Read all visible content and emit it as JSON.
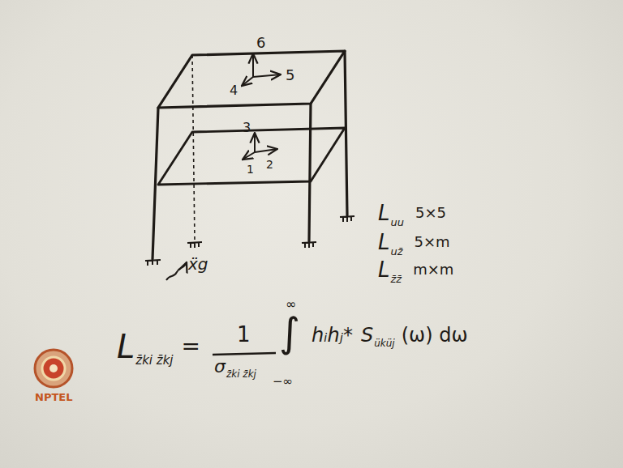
{
  "diagram": {
    "labels": [
      "6",
      "5",
      "4",
      "3",
      "2",
      "1",
      "L",
      "uu",
      "5×5",
      "L",
      "uz̄",
      "5×m",
      "L",
      "z̄z̄",
      "m×m",
      "ẍg",
      "L",
      "z̄ki z̄kj",
      "=",
      "1",
      "σ",
      "z̄ki z̄kj",
      "∞",
      "∫",
      "−∞",
      "hᵢhⱼ*",
      "S",
      "üküj",
      "(ω) dω",
      "NPTEL"
    ]
  }
}
